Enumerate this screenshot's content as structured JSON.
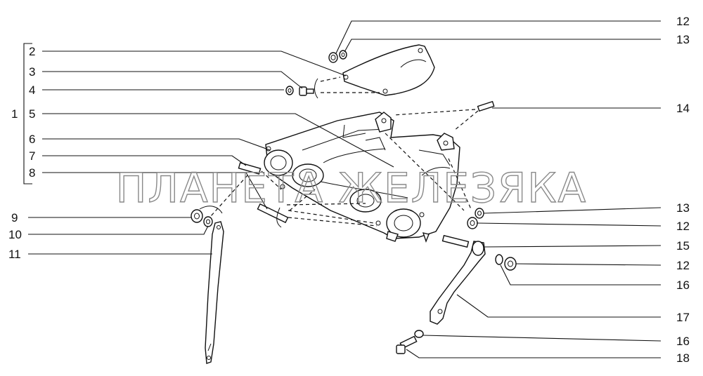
{
  "watermark": "ПЛАНЕТА ЖЕЛЕЗЯКА",
  "callouts": {
    "c1": "1",
    "c2": "2",
    "c3": "3",
    "c4": "4",
    "c5": "5",
    "c6": "6",
    "c7": "7",
    "c8": "8",
    "c9": "9",
    "c10": "10",
    "c11": "11",
    "c12a": "12",
    "c13a": "13",
    "c14": "14",
    "c13b": "13",
    "c12b": "12",
    "c15": "15",
    "c12c": "12",
    "c16a": "16",
    "c17": "17",
    "c16b": "16",
    "c18": "18"
  }
}
